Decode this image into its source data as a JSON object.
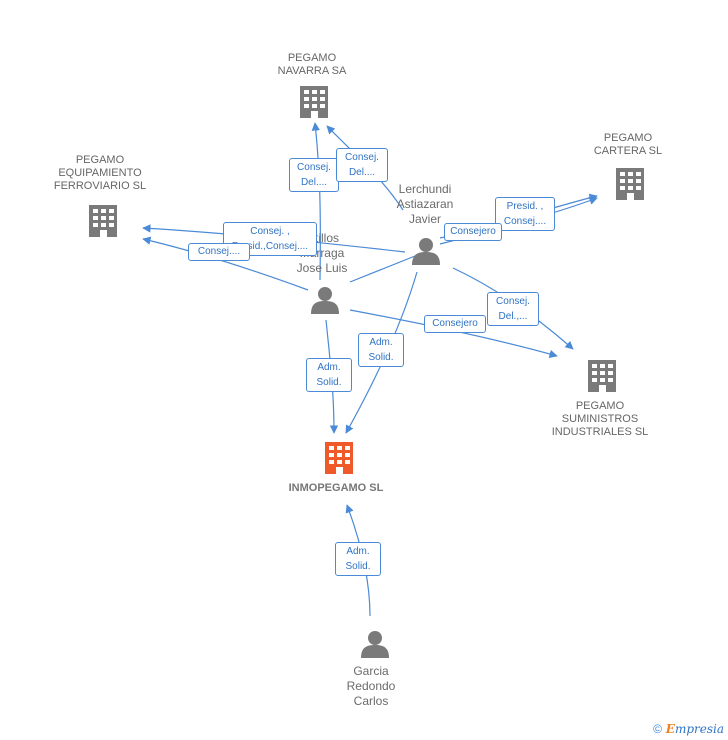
{
  "colors": {
    "edge": "#4a8ad6",
    "building": "#7a7a7a",
    "main_building": "#f05a28",
    "person": "#7a7a7a"
  },
  "nodes": {
    "navarra": {
      "label": "PEGAMO\nNAVARRA SA",
      "icon": "building-icon"
    },
    "cartera": {
      "label": "PEGAMO\nCARTERA SL",
      "icon": "building-icon"
    },
    "ferroviario": {
      "label": "PEGAMO\nEQUIPAMIENTO\nFERROVIARIO SL",
      "icon": "building-icon"
    },
    "suministros": {
      "label": "PEGAMO\nSUMINISTROS\nINDUSTRIALES SL",
      "icon": "building-icon"
    },
    "inmopegamo": {
      "label": "INMOPEGAMO SL",
      "icon": "building-icon"
    },
    "lerchundi": {
      "label": "Lerchundi\nAstiazaran\nJavier",
      "icon": "person-icon"
    },
    "castillos": {
      "label": "...tillos\n...arraga\nJose Luis",
      "icon": "person-icon"
    },
    "garcia": {
      "label": "Garcia\nRedondo\nCarlos",
      "icon": "person-icon"
    }
  },
  "edge_labels": {
    "e1": "Consej.\nDel....",
    "e2": "Consej.\nDel....",
    "e3": "Presid. ,\nConsej....",
    "e4": "Consejero",
    "e5": "Consej. ,\nPresid.,Consej....",
    "e6": "Consej....",
    "e7": "Consej.\nDel.,...",
    "e8": "Consejero",
    "e9": "Adm.\nSolid.",
    "e10": "Adm.\nSolid.",
    "e11": "Adm.\nSolid."
  },
  "brand": {
    "copyright": "©",
    "name_initial": "E",
    "name_rest": "mpresia"
  }
}
